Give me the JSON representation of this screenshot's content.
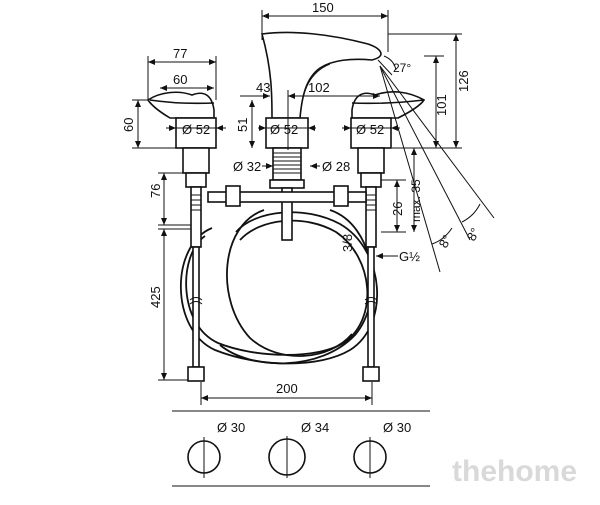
{
  "labels": {
    "width_spout": "150",
    "handle_depth": "77",
    "handle_width": "60",
    "handle_height": "60",
    "spout_offset": "43",
    "spout_reach": "102",
    "spout_base_height": "51",
    "angle_spout": "27°",
    "total_height": "126",
    "spout_height": "101",
    "dia_left": "Ø 52",
    "dia_center": "Ø 52",
    "dia_right": "Ø 52",
    "dia_32": "Ø 32",
    "dia_28": "Ø 28",
    "shank_76": "76",
    "depth_26": "26",
    "max_35": "max. 35",
    "thread_38": "3/8",
    "thread_g12": "G½",
    "angle_8a": "8°",
    "angle_8b": "8°",
    "hose_425": "425",
    "spacing_200": "200",
    "hole_left": "Ø 30",
    "hole_center": "Ø 34",
    "hole_right": "Ø 30"
  },
  "watermark": "thehome"
}
